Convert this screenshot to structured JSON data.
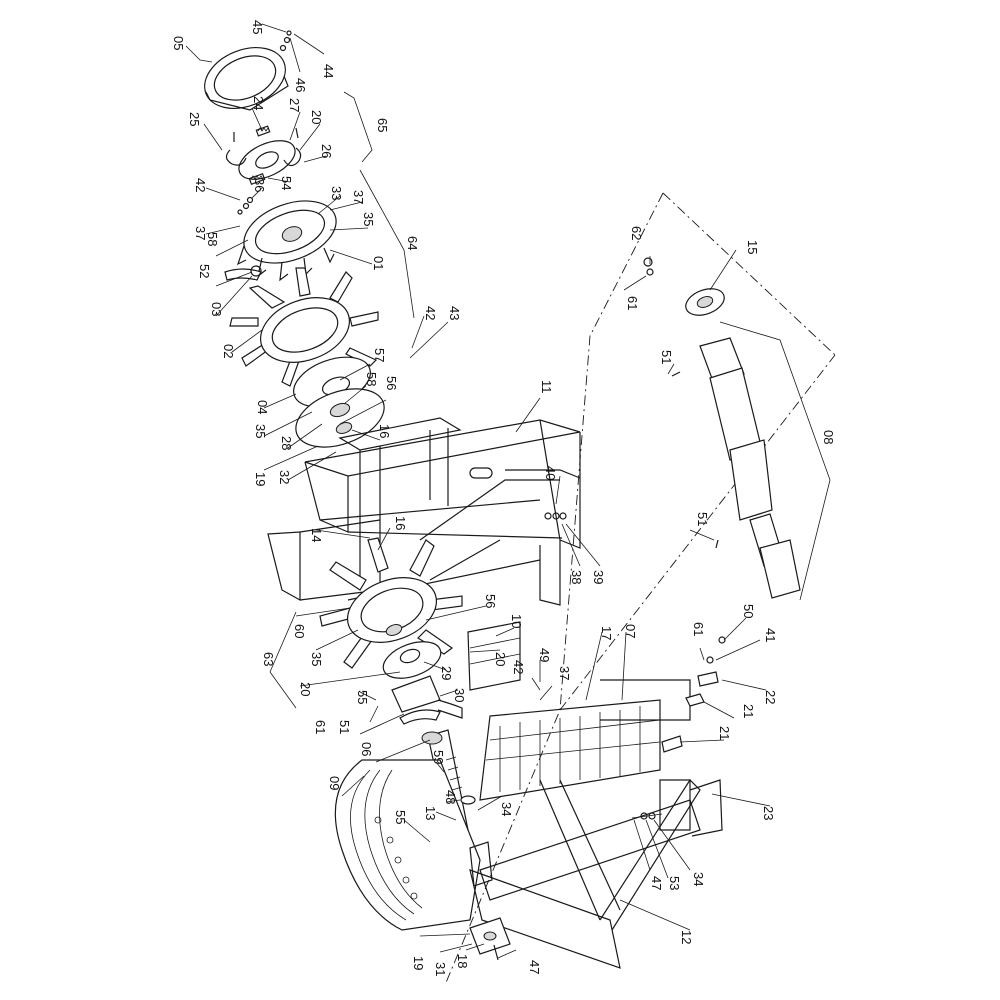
{
  "diagram": {
    "type": "exploded-parts-drawing",
    "parts": {
      "p45": "45",
      "p46": "46",
      "p44": "44",
      "p05": "05",
      "p65": "65",
      "p24": "24",
      "p27": "27",
      "p25": "25",
      "p20a": "20",
      "p26": "26",
      "p36": "36",
      "p54": "54",
      "p42a": "42",
      "p33": "33",
      "p37a": "37",
      "p37b": "37",
      "p58a": "58",
      "p35a": "35",
      "p64": "64",
      "p52": "52",
      "p01": "01",
      "p03": "03",
      "p42b": "42",
      "p43": "43",
      "p02": "02",
      "p57": "57",
      "p58b": "58",
      "p56a": "56",
      "p04": "04",
      "p35b": "35",
      "p28": "28",
      "p16a": "16",
      "p19a": "19",
      "p32": "32",
      "p11": "11",
      "p40": "40",
      "p14": "14",
      "p16b": "16",
      "p38": "38",
      "p39": "39",
      "p56b": "56",
      "p60": "60",
      "p35c": "35",
      "p63": "63",
      "p10": "10",
      "p20b": "20",
      "p29": "29",
      "p20c": "20",
      "p30": "30",
      "p49": "49",
      "p42c": "42",
      "p37c": "37",
      "p17": "17",
      "p07": "07",
      "p55a": "55",
      "p61a": "61",
      "p51a": "51",
      "p06": "06",
      "p59": "59",
      "p09": "09",
      "p48": "48",
      "p13": "13",
      "p55b": "55",
      "p34a": "34",
      "p62": "62",
      "p15": "15",
      "p61b": "61",
      "p51b": "51",
      "p08": "08",
      "p51c": "51",
      "p61c": "61",
      "p50": "50",
      "p41": "41",
      "p22": "22",
      "p21a": "21",
      "p21b": "21",
      "p23": "23",
      "p47a": "47",
      "p53": "53",
      "p34b": "34",
      "p12": "12",
      "p19b": "19",
      "p31": "31",
      "p18": "18",
      "p47b": "47"
    }
  }
}
